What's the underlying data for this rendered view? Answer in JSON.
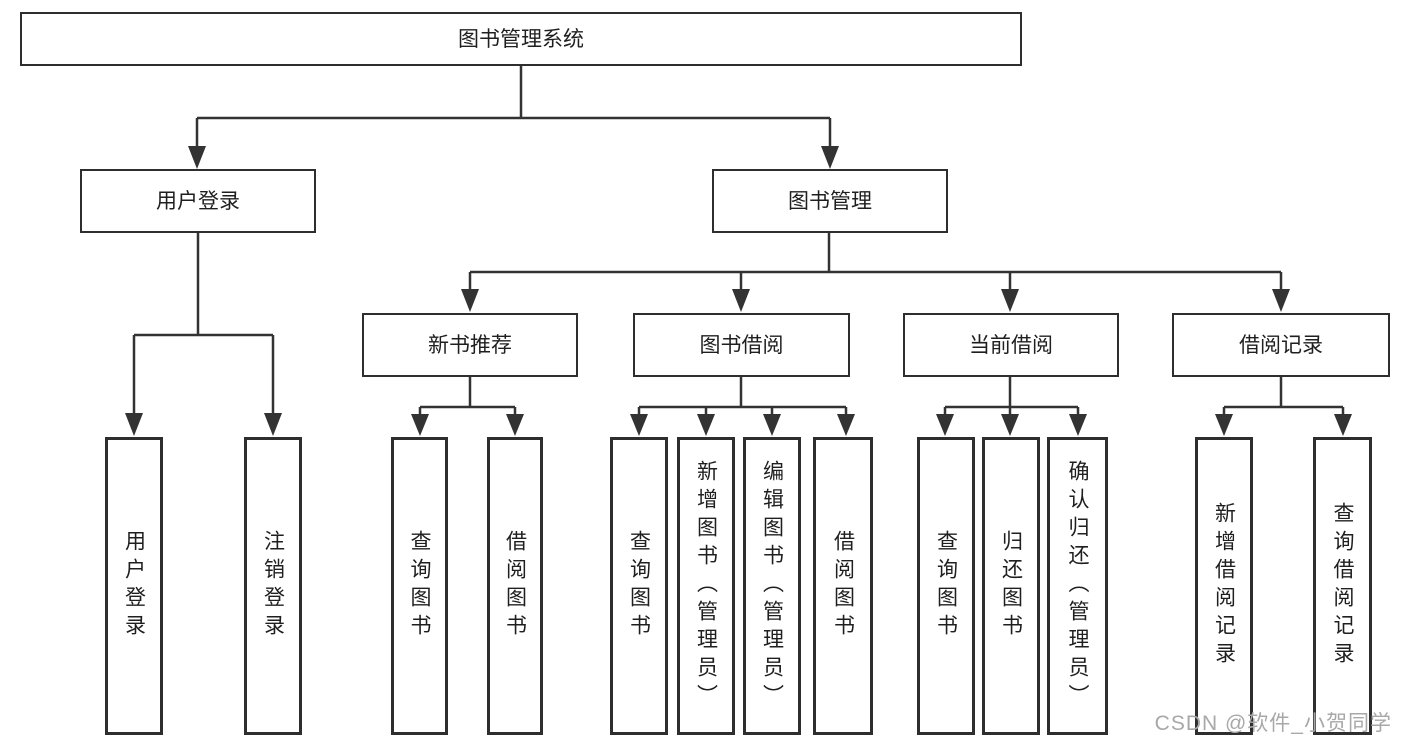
{
  "diagram": {
    "root": {
      "label": "图书管理系统"
    },
    "branches": {
      "user_login": {
        "label": "用户登录",
        "children": [
          "用户登录",
          "注销登录"
        ]
      },
      "book_management": {
        "label": "图书管理"
      },
      "new_book": {
        "label": "新书推荐",
        "children": [
          "查询图书",
          "借阅图书"
        ]
      },
      "book_borrow": {
        "label": "图书借阅",
        "children": [
          "查询图书",
          "新增图书（管理员）",
          "编辑图书（管理员）",
          "借阅图书"
        ]
      },
      "current_borrow": {
        "label": "当前借阅",
        "children": [
          "查询图书",
          "归还图书",
          "确认归还（管理员）"
        ]
      },
      "borrow_records": {
        "label": "借阅记录",
        "children": [
          "新增借阅记录",
          "查询借阅记录"
        ]
      }
    }
  },
  "watermark": {
    "text": "CSDN @软件_小贺同学"
  },
  "colors": {
    "line": "#333333",
    "box_border": "#2e2e2e",
    "box_fill": "#ffffff",
    "text": "#1f1f1f",
    "watermark": "#a8a8a8"
  }
}
